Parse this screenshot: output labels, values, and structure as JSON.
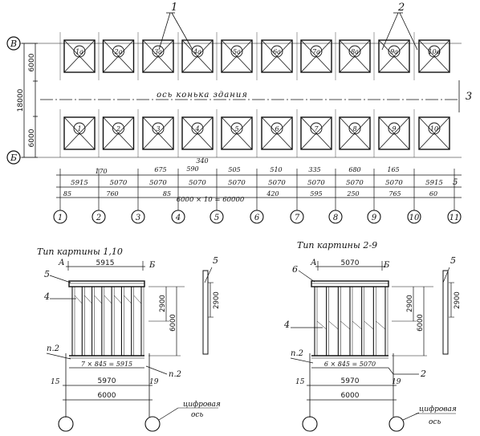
{
  "axes": {
    "row_top": "В",
    "row_bottom": "Б",
    "columns": [
      "1",
      "2",
      "3",
      "4",
      "5",
      "6",
      "7",
      "8",
      "9",
      "10",
      "11"
    ]
  },
  "top_row_numbers": [
    "1а",
    "2а",
    "3а",
    "4а",
    "5а",
    "6а",
    "7а",
    "8а",
    "9а",
    "10а"
  ],
  "bottom_row_numbers": [
    "1",
    "2",
    "3",
    "4",
    "5",
    "6",
    "7",
    "8",
    "9",
    "10"
  ],
  "callouts": {
    "c1": "1",
    "c2": "2",
    "c3": "3",
    "c5": "5"
  },
  "ridge_label": "ось конька здания",
  "left_dims": {
    "total": "18000",
    "top": "6000",
    "bottom": "6000"
  },
  "span_dims": [
    "5915",
    "5070",
    "5070",
    "5070",
    "5070",
    "5070",
    "5070",
    "5070",
    "5070",
    "5915"
  ],
  "upper_offsets": [
    "170",
    "675",
    "590",
    "340",
    "505",
    "510",
    "335",
    "680",
    "165"
  ],
  "lower_offsets": [
    "85",
    "760",
    "85",
    "420",
    "595",
    "250",
    "765",
    "60"
  ],
  "total_dim": "6000 × 10 = 60000",
  "details": {
    "left": {
      "title": "Тип картины 1,10",
      "letter_a": "А",
      "letter_b": "Б",
      "width_top": "5915",
      "mark5": "5",
      "mark4": "4",
      "mark_p2": "п.2",
      "mark_p2r": "п.2",
      "span_note": "7 × 845 = 5915",
      "h1": "2900",
      "h2": "6000",
      "h3": "2900",
      "d15": "15",
      "d19": "19",
      "w_axis": "5970",
      "w_total": "6000"
    },
    "right": {
      "title": "Тип картины 2-9",
      "letter_a": "А",
      "letter_b": "Б",
      "width_top": "5070",
      "mark6": "6",
      "mark4": "4",
      "mark_p2": "п.2",
      "mark2": "2",
      "mark5": "5",
      "span_note": "6 × 845 = 5070",
      "h1": "2900",
      "h2": "6000",
      "h3": "2900",
      "d15": "15",
      "d19": "19",
      "w_axis": "5970",
      "w_total": "6000"
    },
    "axis_note_line1": "цифровая",
    "axis_note_line2": "ось"
  }
}
